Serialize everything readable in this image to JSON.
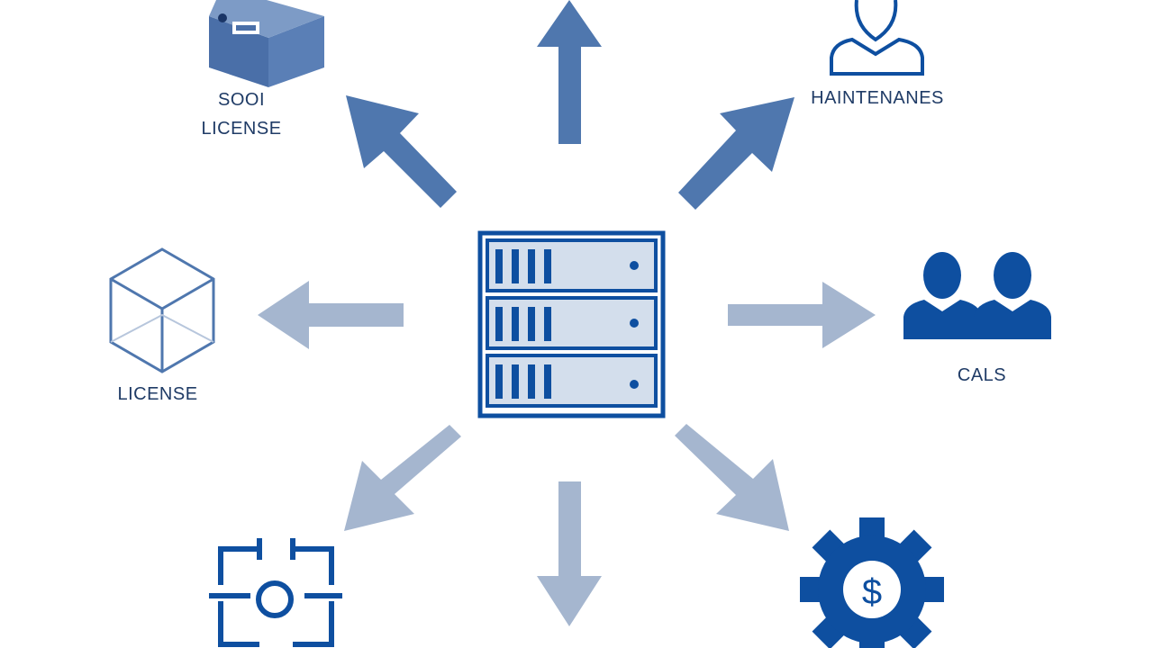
{
  "labels": {
    "soo_line1": "SOOI",
    "soo_line2": "LICENSE",
    "maintenance": "HAINTENANES",
    "license": "LICENSE",
    "cals": "CALS"
  },
  "icons": {
    "center": "server-rack-icon",
    "top_left": "product-box-icon",
    "top_right": "user-profile-icon",
    "left": "wireframe-cube-icon",
    "right": "users-group-icon",
    "bottom_left": "circuit-chip-icon",
    "bottom_right": "dollar-gear-icon"
  },
  "colors": {
    "primary": "#0e4fa0",
    "medium": "#4f77ae",
    "light_arrow": "#a5b6cf",
    "server_fill": "#d3deec",
    "label_text": "#1f3b66"
  }
}
